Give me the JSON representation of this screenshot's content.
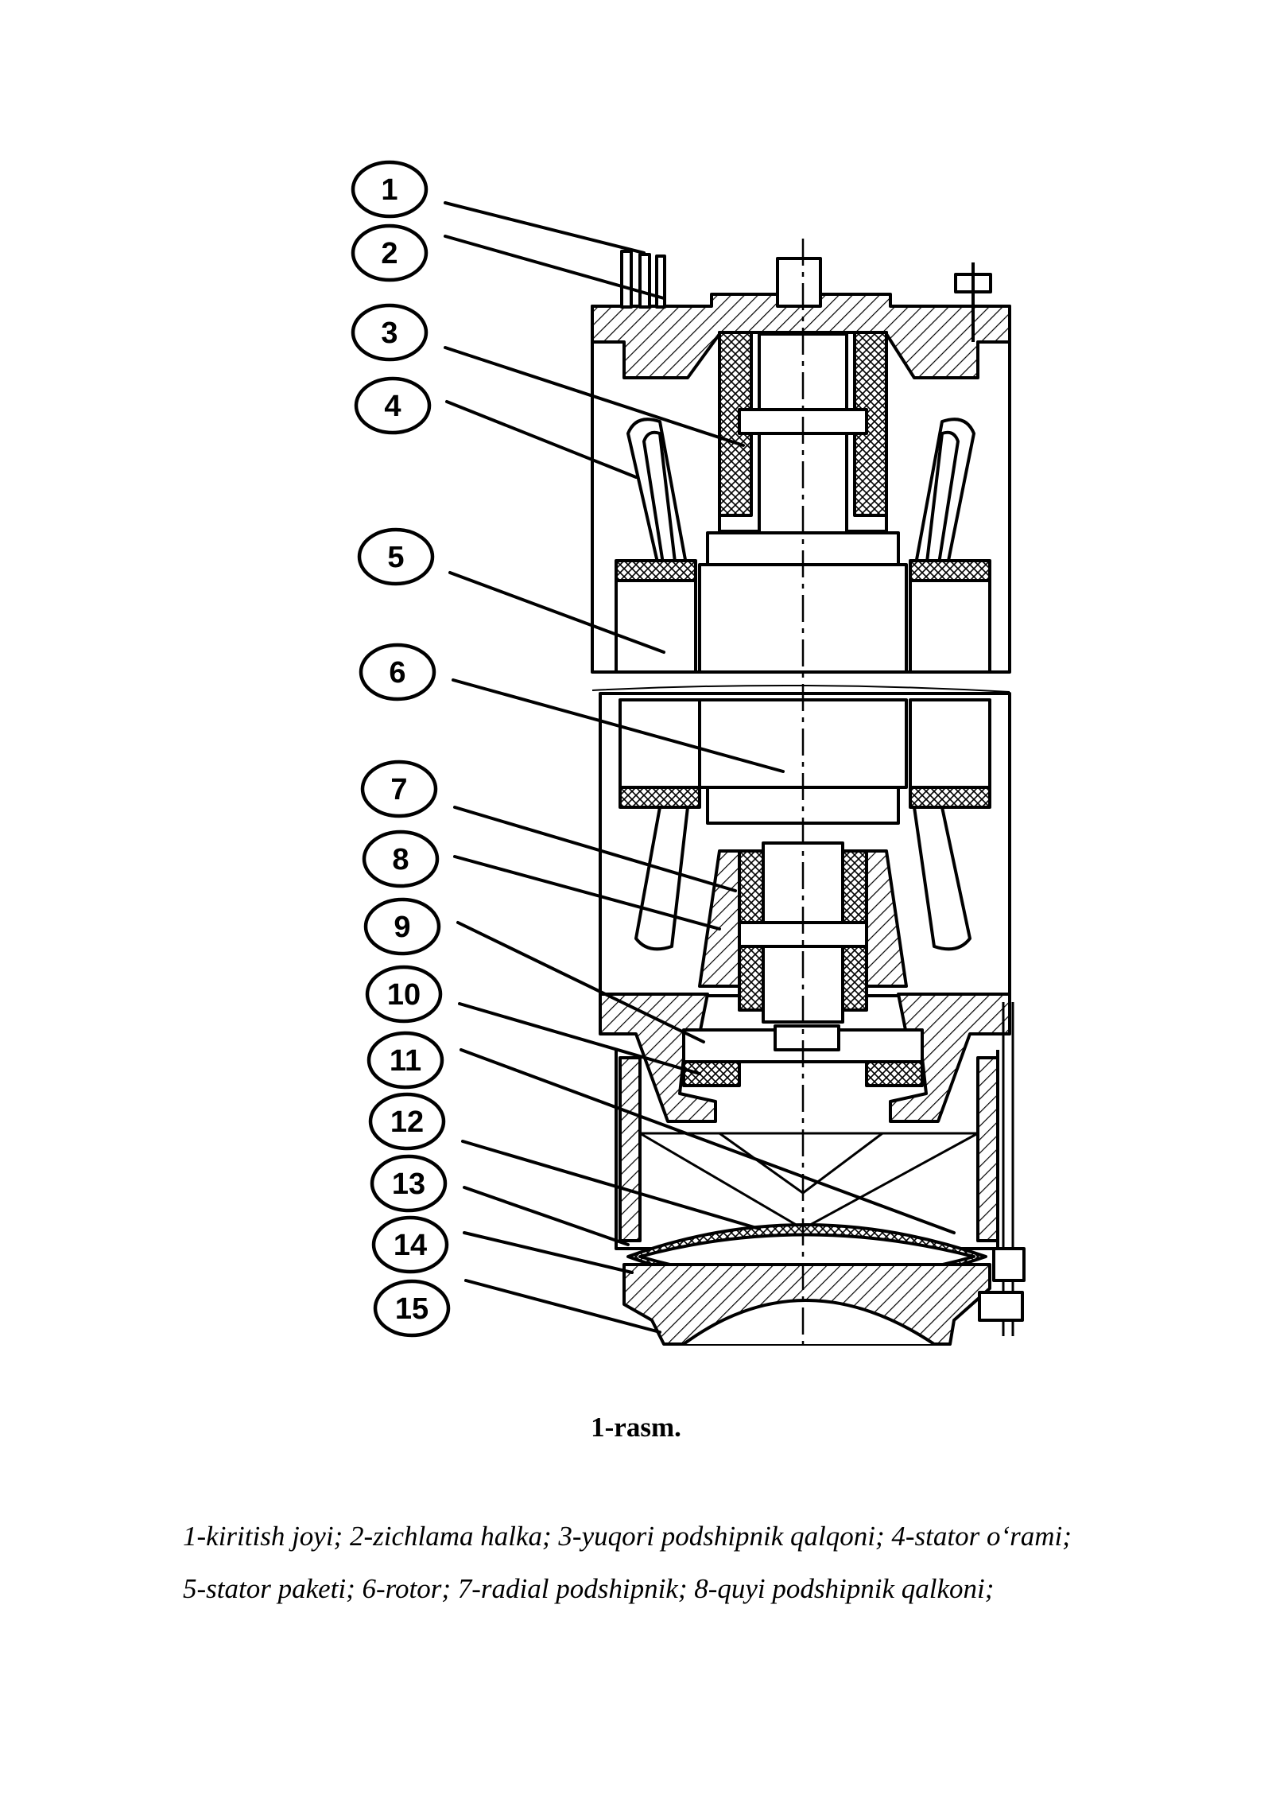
{
  "figure": {
    "callouts": [
      "1",
      "2",
      "3",
      "4",
      "5",
      "6",
      "7",
      "8",
      "9",
      "10",
      "11",
      "12",
      "13",
      "14",
      "15"
    ]
  },
  "caption": {
    "title": "1-rasm.",
    "legend_lines": [
      "1-kiritish joyi; 2-zichlama halka; 3-yuqori podshipnik qalqoni; 4-stator o‘rami;",
      "5-stator paketi; 6-rotor; 7-radial podshipnik; 8-quyi podshipnik qalkoni;"
    ]
  }
}
